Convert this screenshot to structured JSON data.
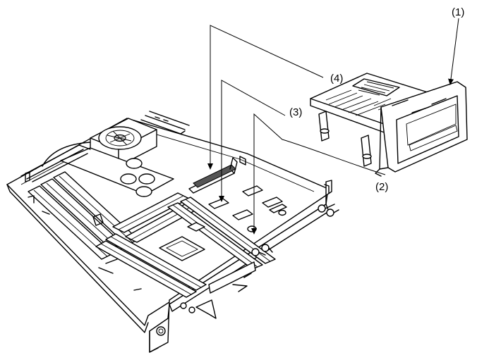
{
  "callouts": {
    "c1": "(1)",
    "c2": "(2)",
    "c3": "(3)",
    "c4": "(4)"
  }
}
